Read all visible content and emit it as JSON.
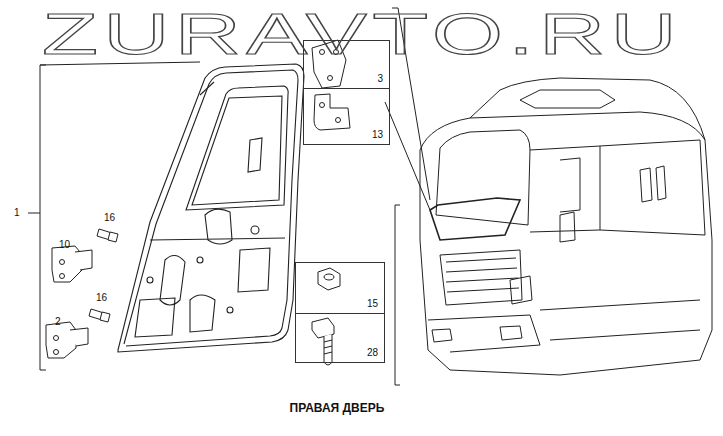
{
  "diagram": {
    "caption": "ПРАВАЯ ДВЕРЬ",
    "nodes": [
      {
        "text": [
          "3"
        ]
      },
      {
        "text": [
          "13"
        ]
      },
      {
        "text": [
          "15"
        ]
      },
      {
        "text": [
          "28"
        ]
      }
    ],
    "labels": [
      "ZURAVTO.RU",
      "1",
      "16",
      "10",
      "16",
      "2"
    ]
  }
}
